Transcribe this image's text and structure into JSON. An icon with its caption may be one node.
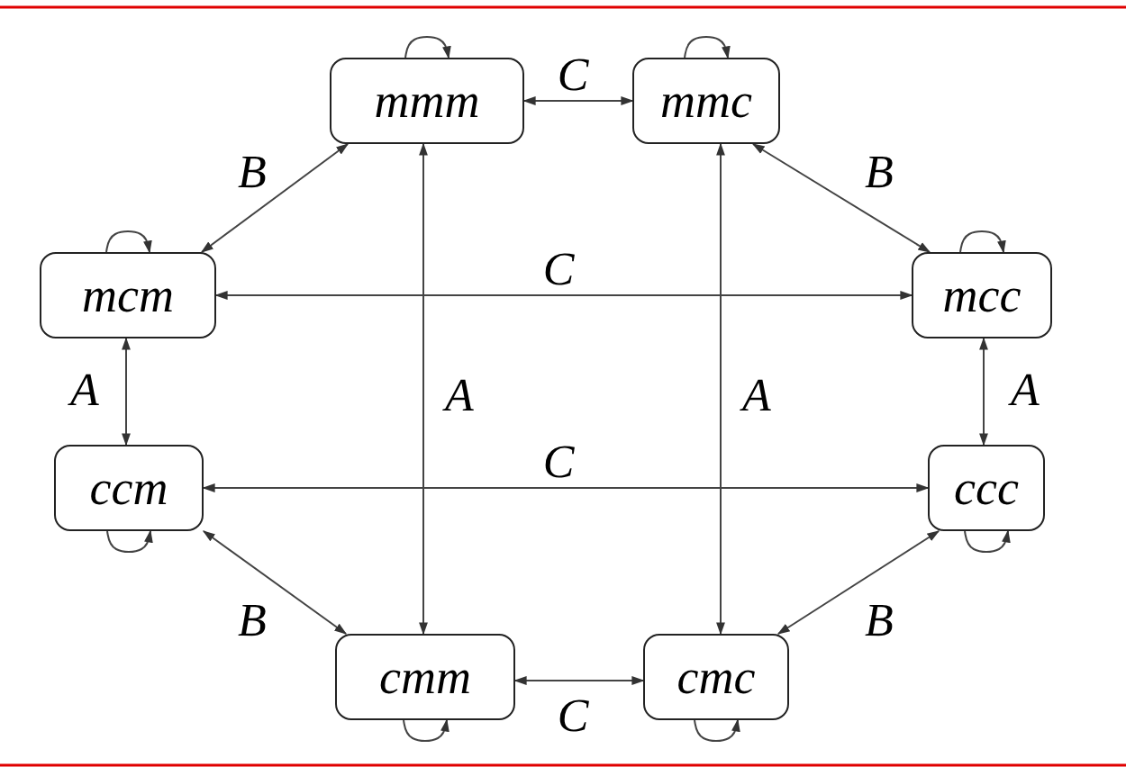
{
  "diagram": {
    "nodes": [
      {
        "text": [
          "mmm"
        ]
      },
      {
        "text": [
          "mmc"
        ]
      },
      {
        "text": [
          "mcm"
        ]
      },
      {
        "text": [
          "mcc"
        ]
      },
      {
        "text": [
          "ccm"
        ]
      },
      {
        "text": [
          "ccc"
        ]
      },
      {
        "text": [
          "cmm"
        ]
      },
      {
        "text": [
          "cmc"
        ]
      }
    ],
    "edges": [
      {
        "from": 0,
        "to": 1,
        "arrow": "both",
        "label": "C"
      },
      {
        "from": 0,
        "to": 2,
        "arrow": "both",
        "label": "B"
      },
      {
        "from": 1,
        "to": 3,
        "arrow": "both",
        "label": "B"
      },
      {
        "from": 2,
        "to": 3,
        "arrow": "both",
        "label": "C"
      },
      {
        "from": 2,
        "to": 4,
        "arrow": "both",
        "label": "A"
      },
      {
        "from": 3,
        "to": 5,
        "arrow": "both",
        "label": "A"
      },
      {
        "from": 0,
        "to": 6,
        "arrow": "both",
        "label": "A"
      },
      {
        "from": 1,
        "to": 7,
        "arrow": "both",
        "label": "A"
      },
      {
        "from": 4,
        "to": 5,
        "arrow": "both",
        "label": "C"
      },
      {
        "from": 4,
        "to": 6,
        "arrow": "both",
        "label": "B"
      },
      {
        "from": 5,
        "to": 7,
        "arrow": "both",
        "label": "B"
      },
      {
        "from": 6,
        "to": 7,
        "arrow": "both",
        "label": "C"
      },
      {
        "from": 0,
        "to": 0,
        "arrow": "to"
      },
      {
        "from": 1,
        "to": 1,
        "arrow": "to"
      },
      {
        "from": 2,
        "to": 2,
        "arrow": "to"
      },
      {
        "from": 3,
        "to": 3,
        "arrow": "to"
      },
      {
        "from": 4,
        "to": 4,
        "arrow": "to"
      },
      {
        "from": 5,
        "to": 5,
        "arrow": "to"
      },
      {
        "from": 6,
        "to": 6,
        "arrow": "to"
      },
      {
        "from": 7,
        "to": 7,
        "arrow": "to"
      }
    ]
  }
}
